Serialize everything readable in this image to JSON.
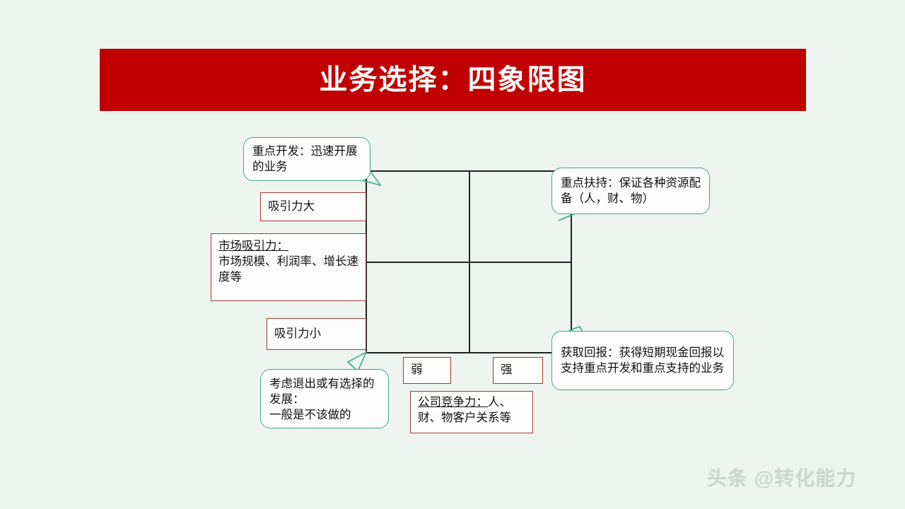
{
  "slide": {
    "background_color": "#eef5f1",
    "title": {
      "text": "业务选择：四象限图",
      "banner_color": "#c00000",
      "text_color": "#ffffff"
    },
    "watermark": "头条 @转化能力"
  },
  "matrix": {
    "name": "四象限图",
    "axes": {
      "y_axis_label": "市场吸引力",
      "x_axis_label": "公司竞争力",
      "y_high": "吸引力大",
      "y_low": "吸引力小",
      "x_low": "弱",
      "x_high": "强"
    }
  },
  "labels": {
    "attractiveness_high": "吸引力大",
    "attractiveness_low": "吸引力小",
    "market_attractiveness_title": "市场吸引力：",
    "market_attractiveness_body": "市场规模、利润率、增长速度等",
    "competitiveness_weak": "弱",
    "competitiveness_strong": "强",
    "competitiveness_title": "公司竞争力：",
    "competitiveness_body_line1": "人、",
    "competitiveness_body_line2": "财、物客户关系等"
  },
  "callouts": {
    "top_left": "重点开发：迅速开展的业务",
    "top_right": "重点扶持：保证各种资源配备（人，财、物）",
    "bottom_right": "获取回报：获得短期现金回报以支持重点开发和重点支持的业务",
    "bottom_left_line1": "考虑退出或有选择的发展：",
    "bottom_left_line2": "一般是不该做的"
  },
  "colors": {
    "banner_red": "#c00000",
    "box_border_red": "#a33a32",
    "callout_border_teal": "#3aa98e",
    "grid_line": "#222222",
    "watermark": "#c9d6cf"
  }
}
